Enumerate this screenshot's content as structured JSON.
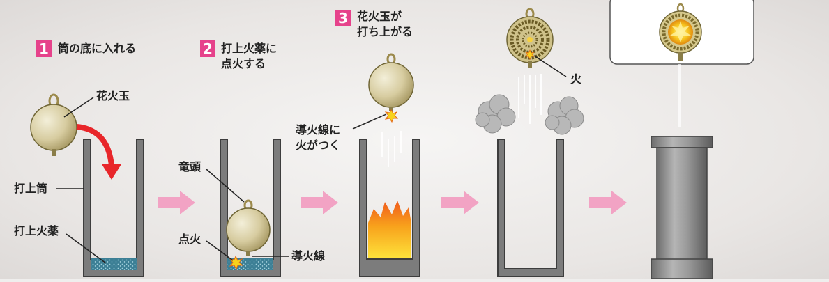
{
  "steps": [
    {
      "num": "1",
      "text": "筒の底に入れる"
    },
    {
      "num": "2",
      "line1": "打上火薬に",
      "line2": "点火する"
    },
    {
      "num": "3",
      "line1": "花火玉が",
      "line2": "打ち上がる"
    }
  ],
  "labels": {
    "shell": "花火玉",
    "mortar": "打上筒",
    "lift_charge": "打上火薬",
    "head": "竜頭",
    "ignition": "点火",
    "fuse": "導火線",
    "fuse_lit_1": "導火線に",
    "fuse_lit_2": "火がつく",
    "fire": "火"
  },
  "colors": {
    "pink_badge": "#e6428b",
    "arrow_pink": "#f2a3c4",
    "red_arrow": "#e8262a",
    "mortar_gray": "#7a7a7a",
    "powder_blue": "#3c7f95",
    "shell_gold": "#d9cfa0"
  }
}
